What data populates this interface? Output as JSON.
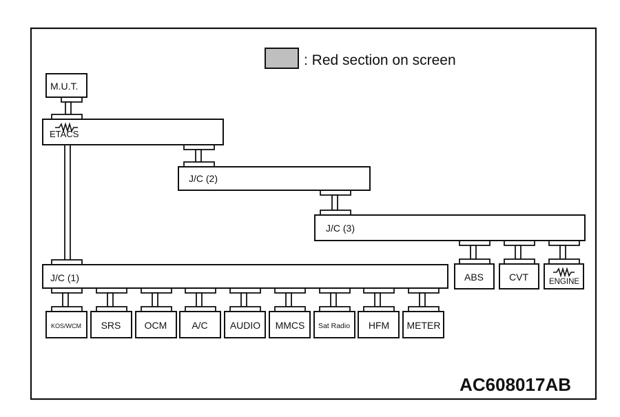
{
  "legend": {
    "text": ": Red section on screen",
    "swatch_color": "#bfbfbf"
  },
  "figure_id": "AC608017AB",
  "nodes": {
    "mut": "M.U.T.",
    "etacs": "ETACS",
    "jc2": "J/C (2)",
    "jc3": "J/C (3)",
    "jc1": "J/C (1)",
    "abs": "ABS",
    "cvt": "CVT",
    "engine": "ENGINE",
    "kos_wcm": "KOS/WCM",
    "srs": "SRS",
    "ocm": "OCM",
    "ac": "A/C",
    "audio": "AUDIO",
    "mmcs": "MMCS",
    "sat_radio": "Sat Radio",
    "hfm": "HFM",
    "meter": "METER"
  },
  "icons": {
    "etacs": "resistor-icon",
    "engine": "resistor-icon"
  },
  "colors": {
    "line": "#111111",
    "highlight": "#bfbfbf"
  }
}
